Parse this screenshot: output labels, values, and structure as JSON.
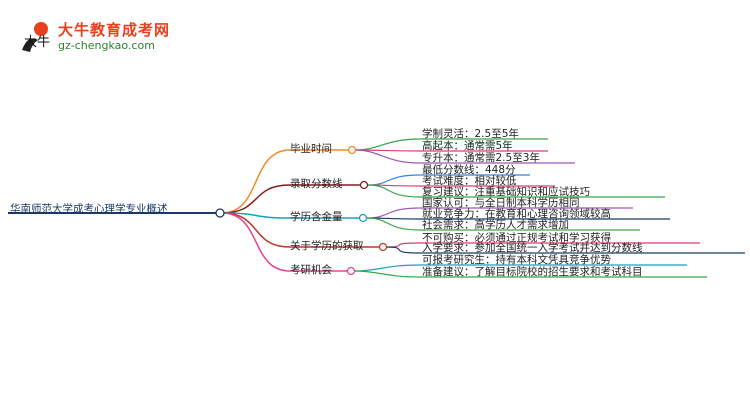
{
  "brand": {
    "site_name": "大牛教育成考网",
    "url": "gz-chengkao.com",
    "mark_text": "大牛"
  },
  "mindmap": {
    "root": "华南师范大学成考心理学专业概述",
    "branches": [
      {
        "label": "毕业时间",
        "color": "#f08a24",
        "children": [
          "学制灵活：2.5至5年",
          "高起本：通常需5年",
          "专升本：通常需2.5至3年"
        ],
        "child_colors": [
          "#3aa64a",
          "#e0397a",
          "#9b59b6"
        ]
      },
      {
        "label": "录取分数线",
        "color": "#8b1a1a",
        "children": [
          "最低分数线：448分",
          "考试难度：相对较低",
          "复习建议：注重基础知识和应试技巧"
        ],
        "child_colors": [
          "#2e86de",
          "#e0397a",
          "#3aa64a"
        ]
      },
      {
        "label": "学历含金量",
        "color": "#17a2b8",
        "children": [
          "国家认可：与全日制本科学历相同",
          "就业竞争力：在教育和心理咨询领域较高",
          "社会需求：高学历人才需求增加"
        ],
        "child_colors": [
          "#9b59b6",
          "#1a3a66",
          "#3aa64a"
        ]
      },
      {
        "label": "关于学历的获取",
        "color": "#c0392b",
        "children": [
          "不可购买：必须通过正规考试和学习获得",
          "入学要求：参加全国统一入学考试并达到分数线"
        ],
        "child_colors": [
          "#e0397a",
          "#1a3a66"
        ]
      },
      {
        "label": "考研机会",
        "color": "#e84393",
        "children": [
          "可报考研究生：持有本科文凭具竞争优势",
          "准备建议：了解目标院校的招生要求和考试科目"
        ],
        "child_colors": [
          "#17a2b8",
          "#3aa64a"
        ]
      }
    ]
  }
}
